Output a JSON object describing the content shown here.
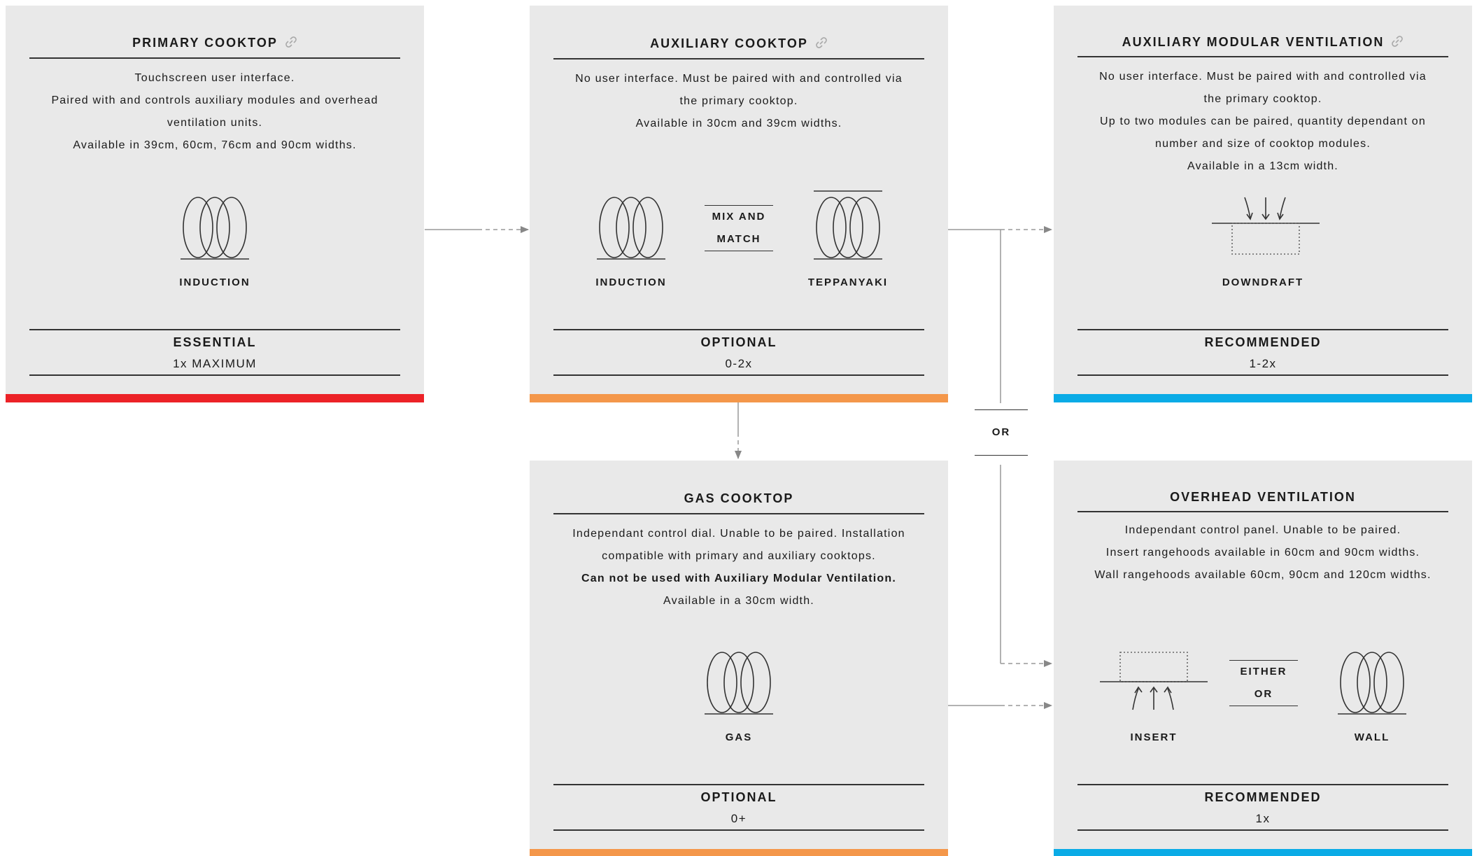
{
  "colors": {
    "essential": "#ec2227",
    "optional": "#f4974a",
    "recommended": "#0aabe6",
    "card": "#e9e9e9"
  },
  "cards": {
    "primary": {
      "title": "PRIMARY COOKTOP",
      "lines": [
        "Touchscreen user interface.",
        "Paired with and controls auxiliary modules and overhead",
        "ventilation units.",
        "Available in 39cm, 60cm, 76cm and 90cm widths."
      ],
      "icon_label": "INDUCTION",
      "status": "ESSENTIAL",
      "quantity": "1x MAXIMUM"
    },
    "auxiliary": {
      "title": "AUXILIARY COOKTOP",
      "lines": [
        "No user interface. Must be paired with and controlled via",
        "the primary cooktop.",
        "Available in 30cm and 39cm widths."
      ],
      "icon_label_left": "INDUCTION",
      "mix_match_line1": "MIX AND",
      "mix_match_line2": "MATCH",
      "icon_label_right": "TEPPANYAKI",
      "status": "OPTIONAL",
      "quantity": "0-2x"
    },
    "ventilation": {
      "title": "AUXILIARY MODULAR VENTILATION",
      "lines": [
        "No user interface. Must be paired with and controlled via",
        "the primary cooktop.",
        "Up to two modules can be paired, quantity dependant on",
        "number and size of cooktop modules.",
        "Available in a 13cm width."
      ],
      "icon_label": "DOWNDRAFT",
      "status": "RECOMMENDED",
      "quantity": "1-2x"
    },
    "gas": {
      "title": "GAS COOKTOP",
      "lines": [
        "Independant control dial. Unable to be paired. Installation",
        "compatible with primary and auxiliary cooktops."
      ],
      "bold_line": "Can not be used with Auxiliary Modular Ventilation.",
      "last_line": "Available in a 30cm width.",
      "icon_label": "GAS",
      "status": "OPTIONAL",
      "quantity": "0+"
    },
    "overhead": {
      "title": "OVERHEAD VENTILATION",
      "lines": [
        "Independant control panel. Unable to be paired.",
        "Insert rangehoods available in 60cm and 90cm widths.",
        "Wall rangehoods available 60cm, 90cm and 120cm widths."
      ],
      "icon_label_left": "INSERT",
      "either_line1": "EITHER",
      "either_line2": "OR",
      "icon_label_right": "WALL",
      "status": "RECOMMENDED",
      "quantity": "1x"
    }
  },
  "connector_or_label": "OR",
  "icons": {
    "link": "link-icon",
    "coil": "coil-icon",
    "downdraft": "downdraft-icon",
    "insert": "insert-hood-icon"
  }
}
